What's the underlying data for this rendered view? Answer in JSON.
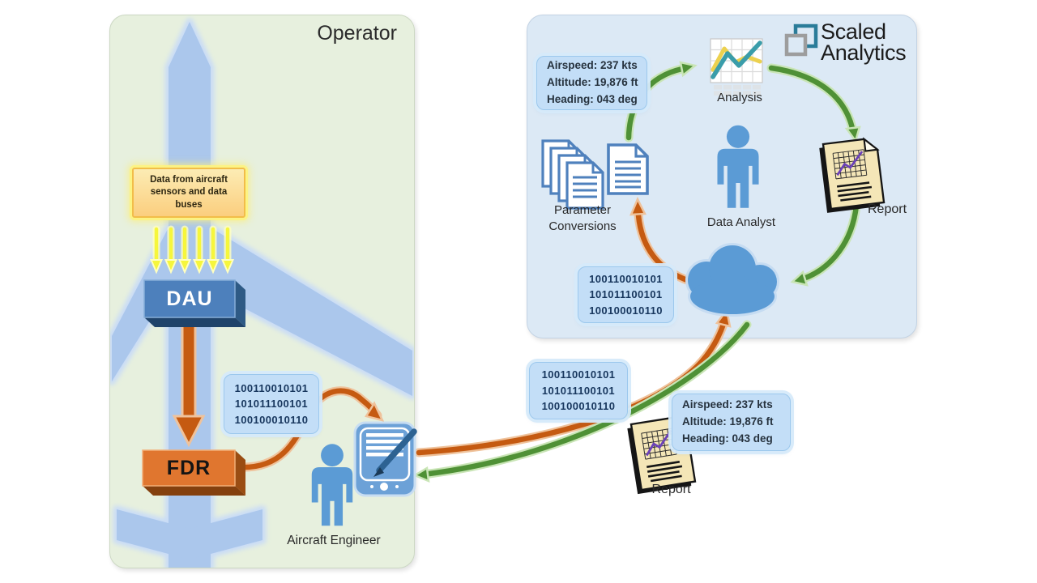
{
  "colors": {
    "panel_green": "#e7f0de",
    "panel_blue": "#dce9f5",
    "aircraft_blue": "#abc7ec",
    "accent_blue": "#5b9bd5",
    "dau_blue": "#4d80bc",
    "fdr_orange": "#e0762f",
    "orange_arrow": "#c55a11",
    "green_arrow": "#4f9136",
    "yellow_arrow": "#f6f63c",
    "data_box_blue": "#c3def7",
    "logo_teal": "#2a7c99",
    "logo_gray": "#9d9d9d"
  },
  "operator_panel": {
    "title": "Operator",
    "sensor_note": "Data from aircraft sensors and data buses",
    "dau_label": "DAU",
    "fdr_label": "FDR",
    "engineer_label": "Aircraft Engineer"
  },
  "analytics_panel": {
    "brand_line1": "Scaled",
    "brand_line2": "Analytics",
    "analysis_label": "Analysis",
    "param_label_line1": "Parameter",
    "param_label_line2": "Conversions",
    "analyst_label": "Data Analyst",
    "report_label": "Report"
  },
  "transfer": {
    "report_label": "Report"
  },
  "binary_lines": [
    "100110010101",
    "101011100101",
    "100100010110"
  ],
  "flight_data_lines": [
    "Airspeed: 237 kts",
    "Altitude:  19,876 ft",
    "Heading: 043 deg"
  ]
}
